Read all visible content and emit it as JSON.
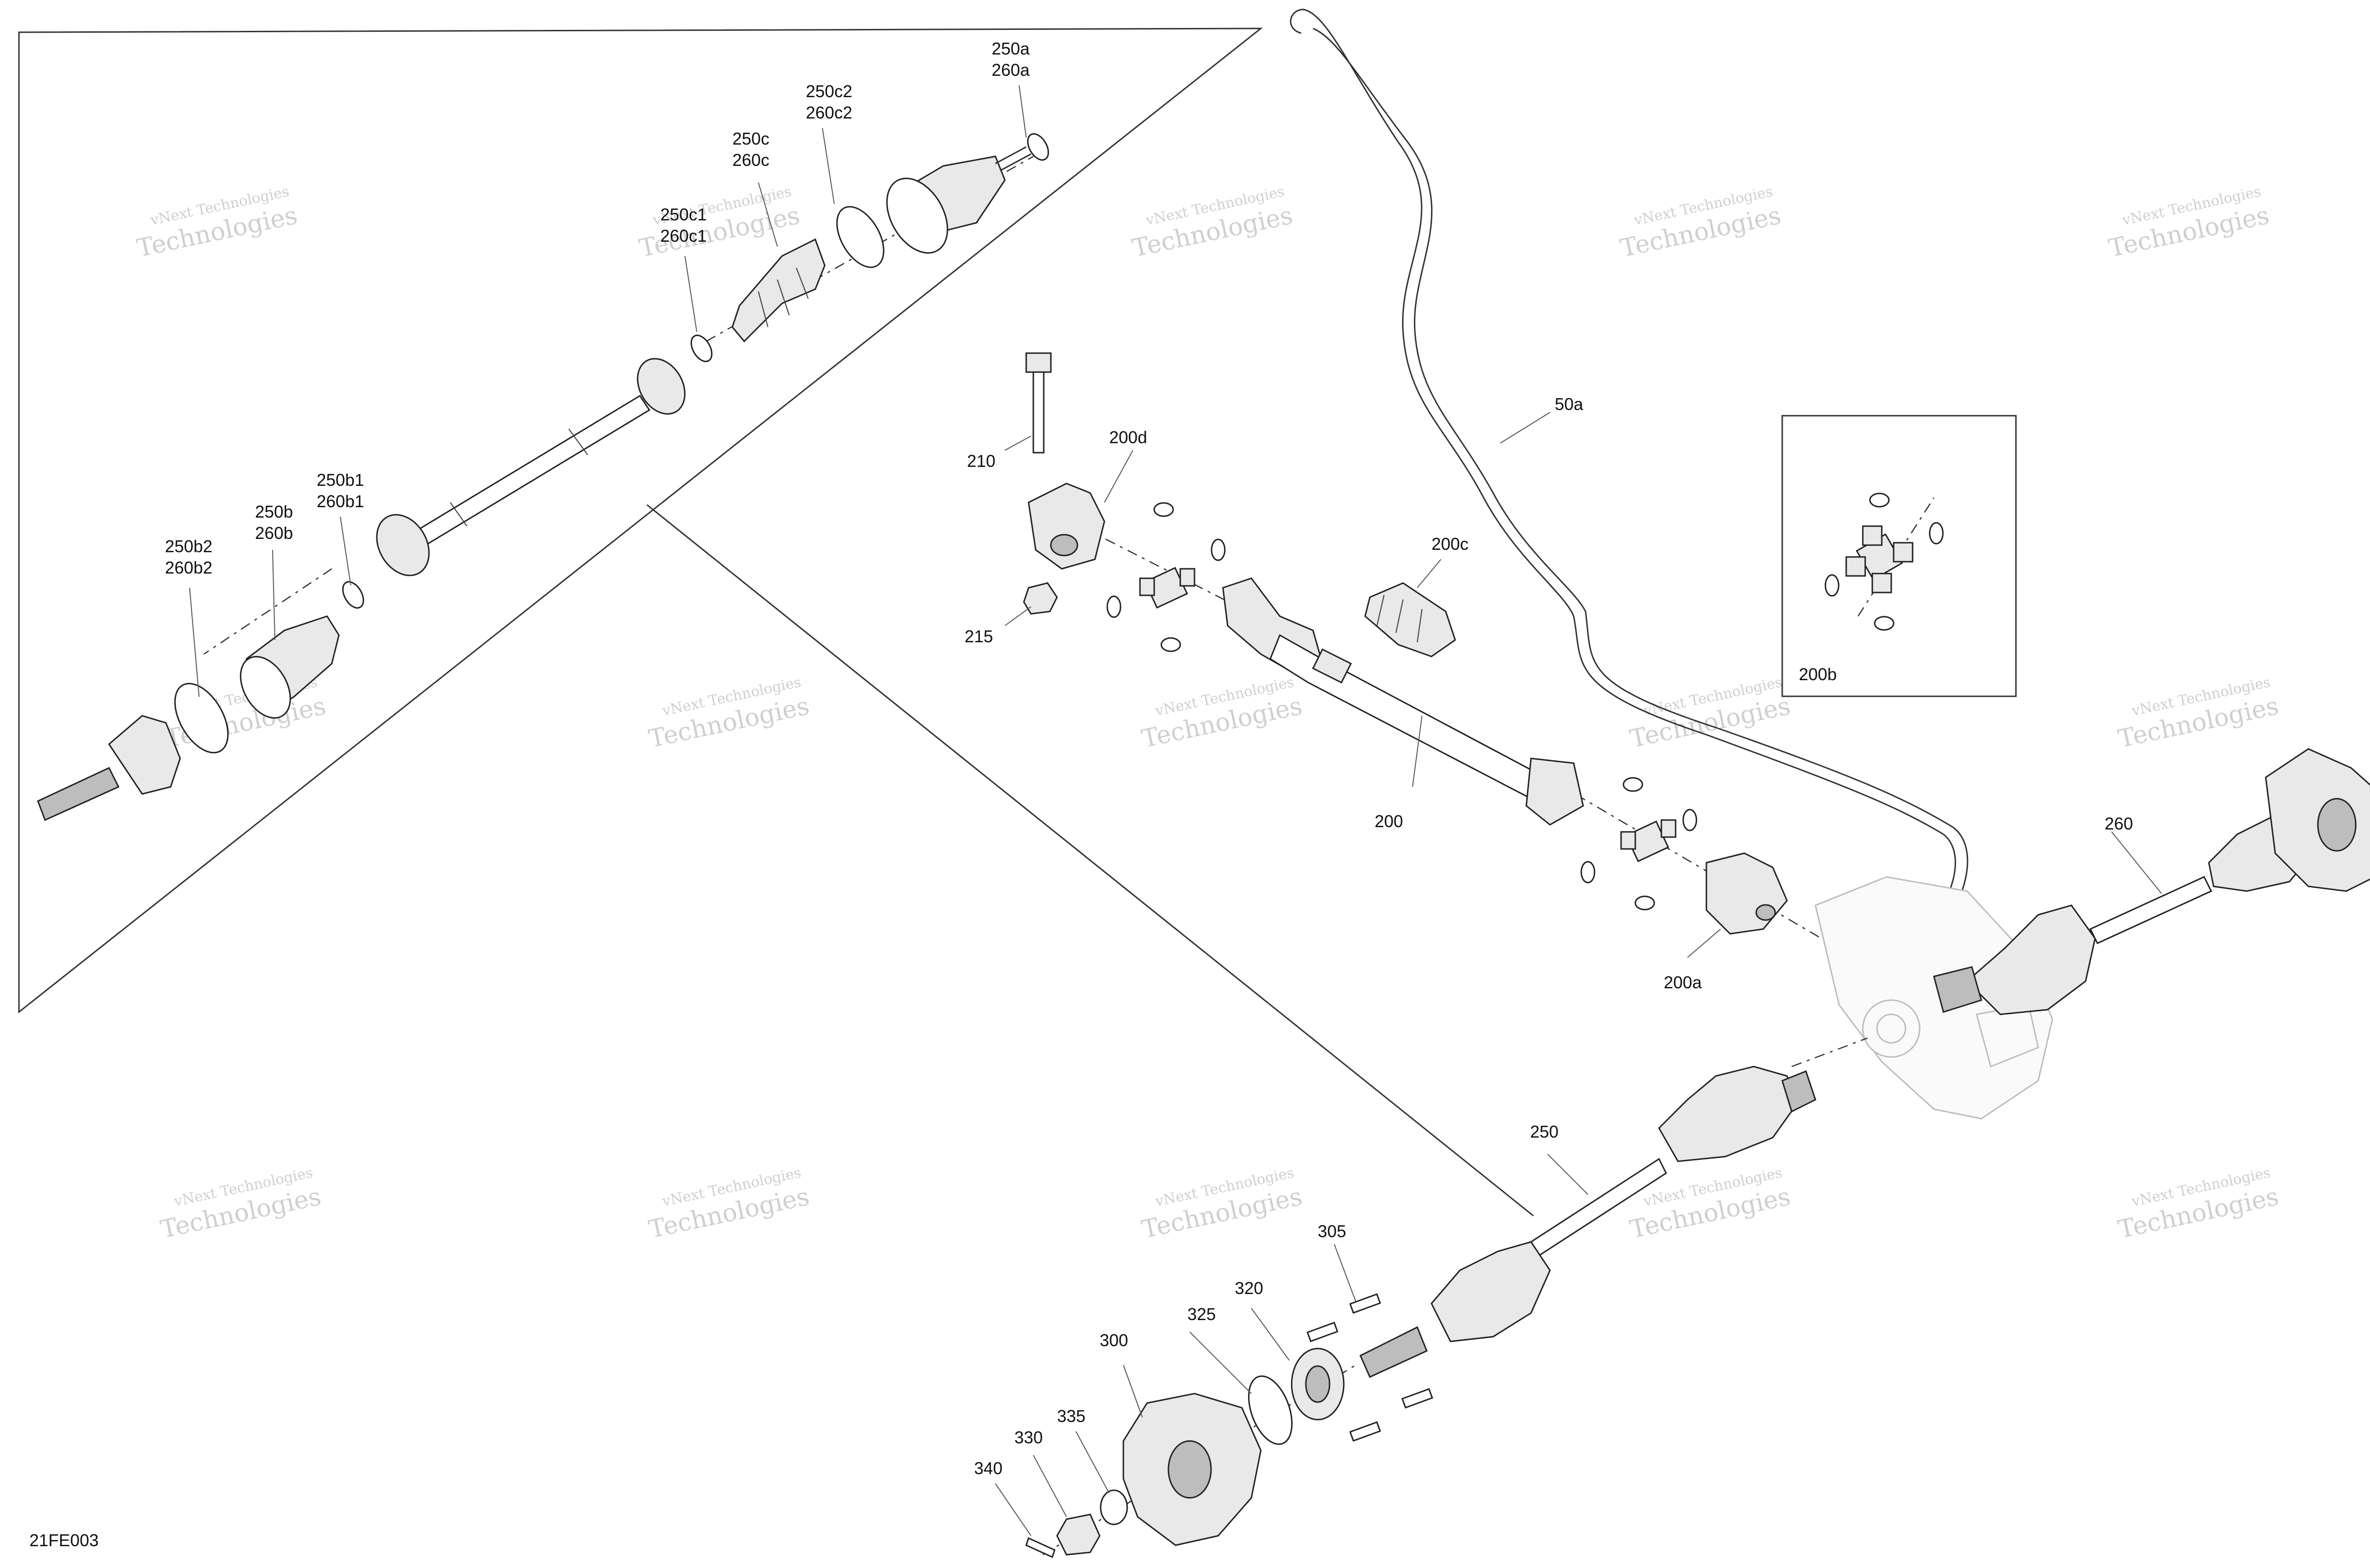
{
  "diagram": {
    "code": "21FE003",
    "watermark_line1": "vNext Technologies",
    "watermark_line2": "Technologies",
    "labels": [
      {
        "id": "250a_260a",
        "lines": [
          "250a",
          "260a"
        ]
      },
      {
        "id": "250c2_260c2",
        "lines": [
          "250c2",
          "260c2"
        ]
      },
      {
        "id": "250c_260c",
        "lines": [
          "250c",
          "260c"
        ]
      },
      {
        "id": "250c1_260c1",
        "lines": [
          "250c1",
          "260c1"
        ]
      },
      {
        "id": "250b1_260b1",
        "lines": [
          "250b1",
          "260b1"
        ]
      },
      {
        "id": "250b_260b",
        "lines": [
          "250b",
          "260b"
        ]
      },
      {
        "id": "250b2_260b2",
        "lines": [
          "250b2",
          "260b2"
        ]
      },
      {
        "id": "210",
        "lines": [
          "210"
        ]
      },
      {
        "id": "200d",
        "lines": [
          "200d"
        ]
      },
      {
        "id": "215",
        "lines": [
          "215"
        ]
      },
      {
        "id": "200c",
        "lines": [
          "200c"
        ]
      },
      {
        "id": "50a",
        "lines": [
          "50a"
        ]
      },
      {
        "id": "200b",
        "lines": [
          "200b"
        ]
      },
      {
        "id": "200",
        "lines": [
          "200"
        ]
      },
      {
        "id": "200a",
        "lines": [
          "200a"
        ]
      },
      {
        "id": "260",
        "lines": [
          "260"
        ]
      },
      {
        "id": "250",
        "lines": [
          "250"
        ]
      },
      {
        "id": "305",
        "lines": [
          "305"
        ]
      },
      {
        "id": "320",
        "lines": [
          "320"
        ]
      },
      {
        "id": "325",
        "lines": [
          "325"
        ]
      },
      {
        "id": "300",
        "lines": [
          "300"
        ]
      },
      {
        "id": "335",
        "lines": [
          "335"
        ]
      },
      {
        "id": "330",
        "lines": [
          "330"
        ]
      },
      {
        "id": "340",
        "lines": [
          "340"
        ]
      }
    ]
  }
}
